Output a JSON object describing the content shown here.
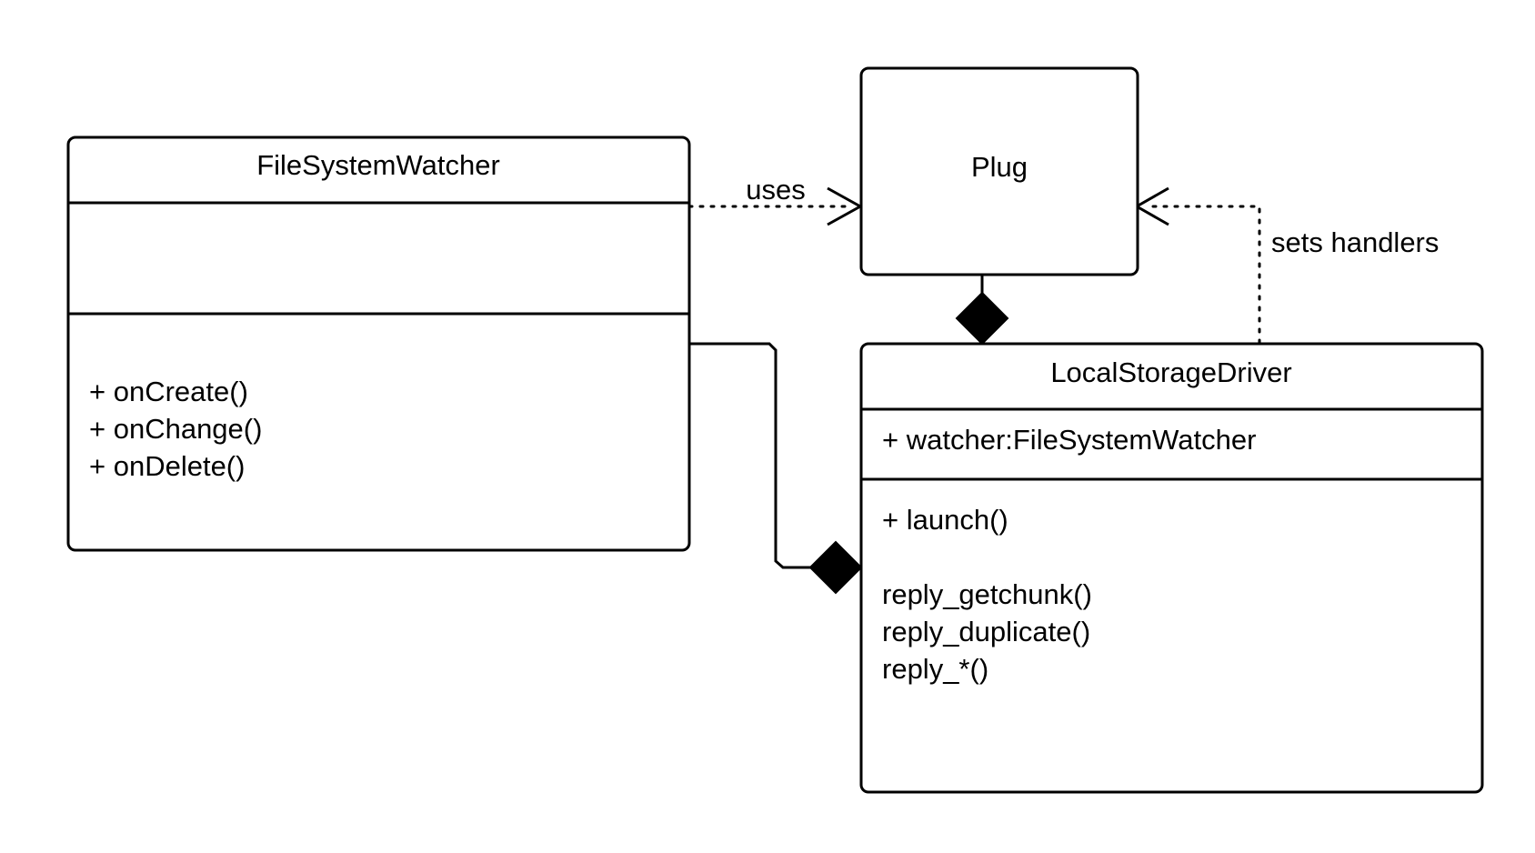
{
  "classes": {
    "file_system_watcher": {
      "name": "FileSystemWatcher",
      "attributes": [],
      "methods": [
        "+ onCreate()",
        "+ onChange()",
        "+ onDelete()"
      ]
    },
    "plug": {
      "name": "Plug"
    },
    "local_storage_driver": {
      "name": "LocalStorageDriver",
      "attributes": [
        "+ watcher:FileSystemWatcher"
      ],
      "methods": [
        "+ launch()",
        "",
        "reply_getchunk()",
        "reply_duplicate()",
        "reply_*()"
      ]
    }
  },
  "relations": {
    "uses": {
      "label": "uses",
      "from": "FileSystemWatcher",
      "to": "Plug",
      "kind": "dependency"
    },
    "sets_handlers": {
      "label": "sets handlers",
      "from": "LocalStorageDriver",
      "to": "Plug",
      "kind": "dependency"
    },
    "plug_composition": {
      "label": "",
      "from": "Plug",
      "to": "LocalStorageDriver",
      "kind": "composition"
    },
    "watcher_composition": {
      "label": "",
      "from": "FileSystemWatcher",
      "to": "LocalStorageDriver",
      "kind": "composition"
    }
  }
}
